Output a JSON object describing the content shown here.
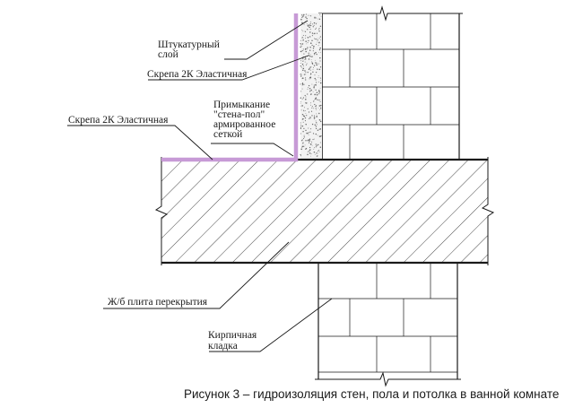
{
  "labels": {
    "plaster_line1": "Штукатурный",
    "plaster_line2": "слой",
    "skrepa_top": "Скрепа 2К Эластичная",
    "junction_line1": "Примыкание",
    "junction_line2": "\"стена-пол\"",
    "junction_line3": "армированное",
    "junction_line4": "сеткой",
    "skrepa_left": "Скрепа 2К Эластичная",
    "slab": "Ж/б плита перекрытия",
    "brick_line1": "Кирпичная",
    "brick_line2": "кладка"
  },
  "caption": "Рисунок 3 – гидроизоляция стен, пола и потолка в ванной комнате",
  "colors": {
    "waterproofing": "#c79ad6",
    "lines": "#1a1a1a",
    "plaster_dots": "#6a6a6a"
  }
}
